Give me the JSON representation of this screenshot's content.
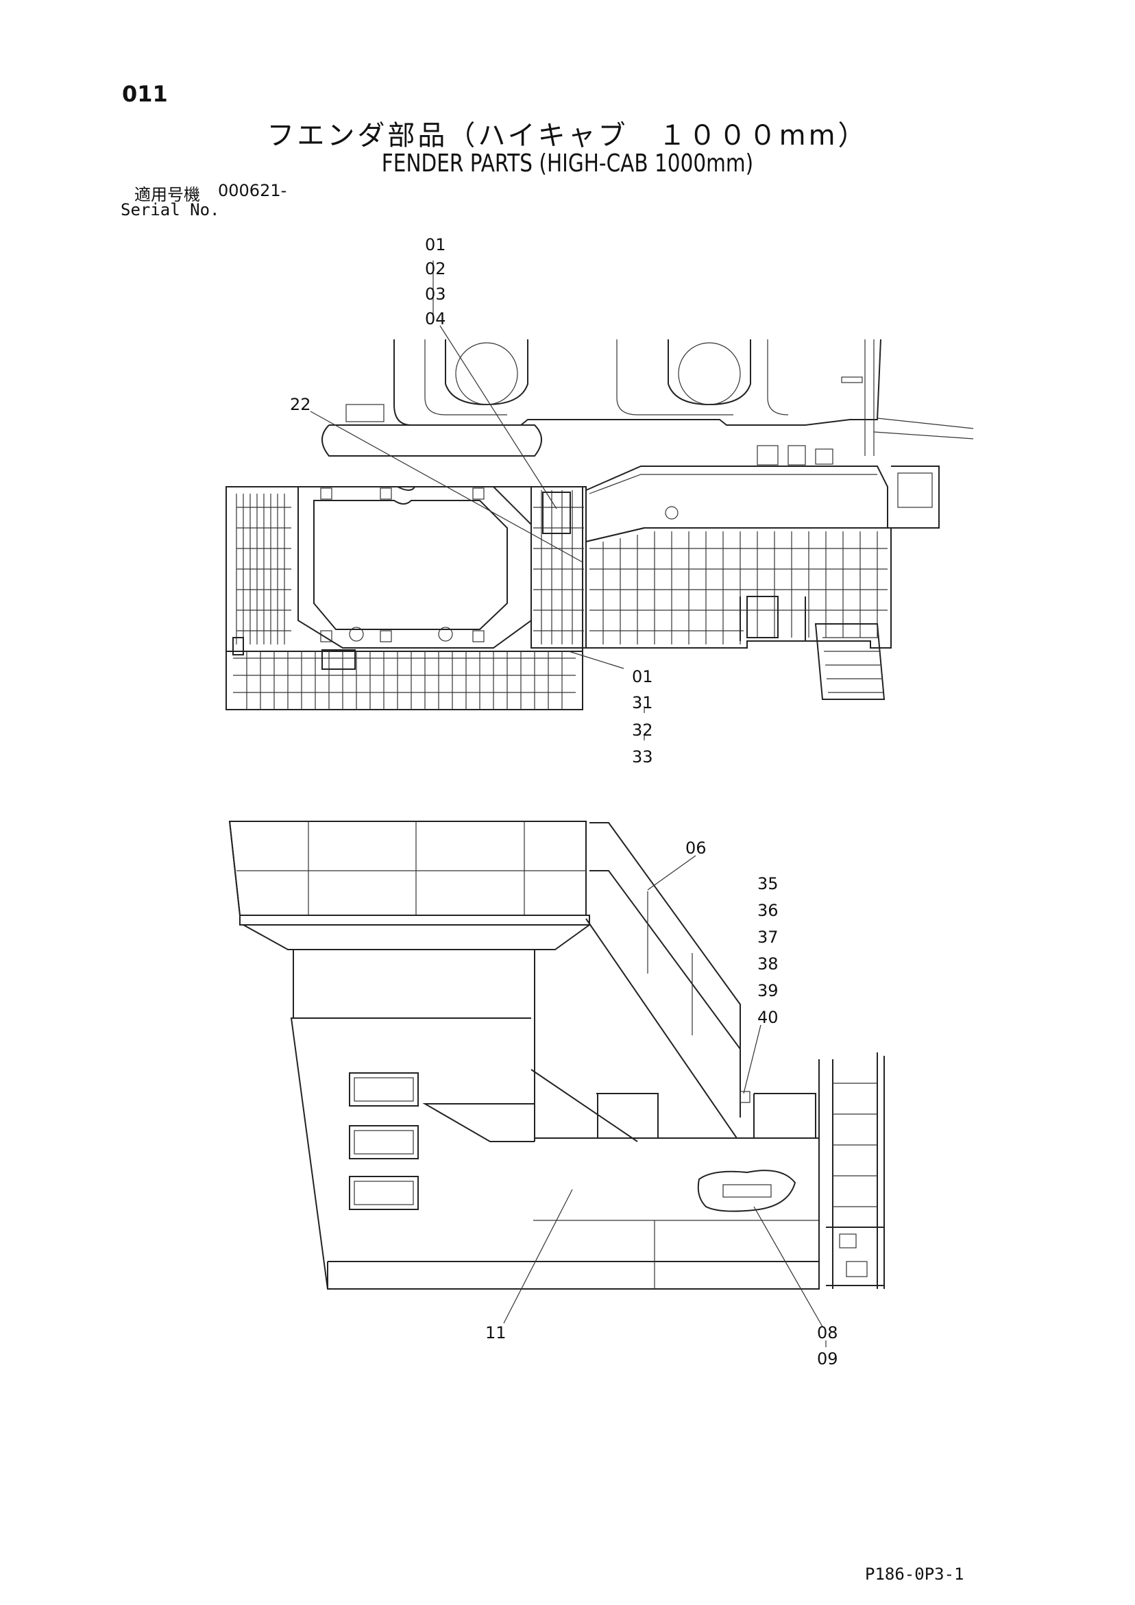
{
  "page_number": "011",
  "title_jp": "フエンダ部品（ハイキャブ　１０００mm）",
  "title_en": "FENDER PARTS (HIGH-CAB 1000mm)",
  "serial_label_jp": "適用号機",
  "serial_label_en": "Serial No.",
  "serial_number": "000621-",
  "footer_code": "P186-0P3-1",
  "callouts": {
    "top_group": [
      "01",
      "02",
      "03",
      "04"
    ],
    "left": "22",
    "bottom_group": [
      "01",
      "31",
      "32",
      "33"
    ],
    "rail": "06",
    "right_group": [
      "35",
      "36",
      "37",
      "38",
      "39",
      "40"
    ],
    "body": "11",
    "cover_group": [
      "08",
      "09"
    ]
  }
}
